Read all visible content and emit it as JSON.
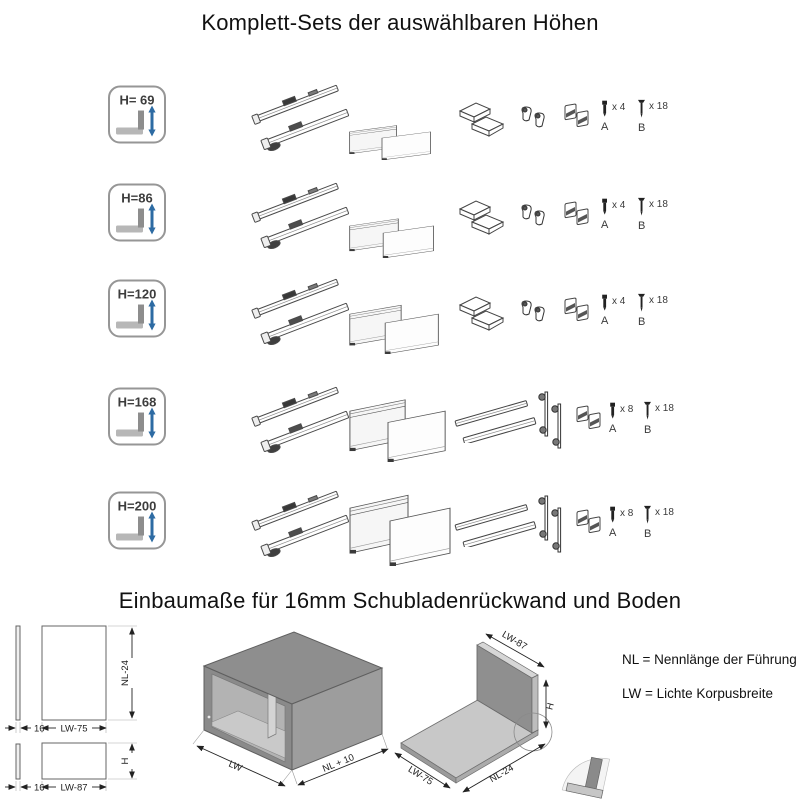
{
  "top": {
    "title": "Komplett-Sets der auswählbaren Höhen"
  },
  "rows": [
    {
      "height_label": "H= 69",
      "height_value": 69,
      "tall_hardware": false,
      "screw_a_count": "x 4",
      "screw_b_count": "x 18",
      "label_a": "A",
      "label_b": "B"
    },
    {
      "height_label": "H=86",
      "height_value": 86,
      "tall_hardware": false,
      "screw_a_count": "x 4",
      "screw_b_count": "x 18",
      "label_a": "A",
      "label_b": "B"
    },
    {
      "height_label": "H=120",
      "height_value": 120,
      "tall_hardware": false,
      "screw_a_count": "x 4",
      "screw_b_count": "x 18",
      "label_a": "A",
      "label_b": "B"
    },
    {
      "height_label": "H=168",
      "height_value": 168,
      "tall_hardware": true,
      "screw_a_count": "x 8",
      "screw_b_count": "x 18",
      "label_a": "A",
      "label_b": "B"
    },
    {
      "height_label": "H=200",
      "height_value": 200,
      "tall_hardware": true,
      "screw_a_count": "x 8",
      "screw_b_count": "x 18",
      "label_a": "A",
      "label_b": "B"
    }
  ],
  "bottom": {
    "title": "Einbaumaße für 16mm Schubladenrückwand und Boden",
    "left_top": {
      "thickness": "16",
      "width": "LW-75",
      "height": "NL-24"
    },
    "left_bottom": {
      "thickness": "16",
      "width": "LW-87",
      "height": "H"
    },
    "cabinet": {
      "width": "LW",
      "depth": "NL + 10"
    },
    "assembly": {
      "wall_width": "LW-87",
      "wall_height": "H",
      "panel_width": "LW-75",
      "panel_depth": "NL-24"
    },
    "legend": [
      "NL = Nennlänge der Führung",
      "LW = Lichte Korpusbreite"
    ]
  },
  "colors": {
    "accent_blue": "#2d6ba3",
    "light_gray": "#b7b7b7",
    "mid_gray": "#8d8d8d"
  }
}
